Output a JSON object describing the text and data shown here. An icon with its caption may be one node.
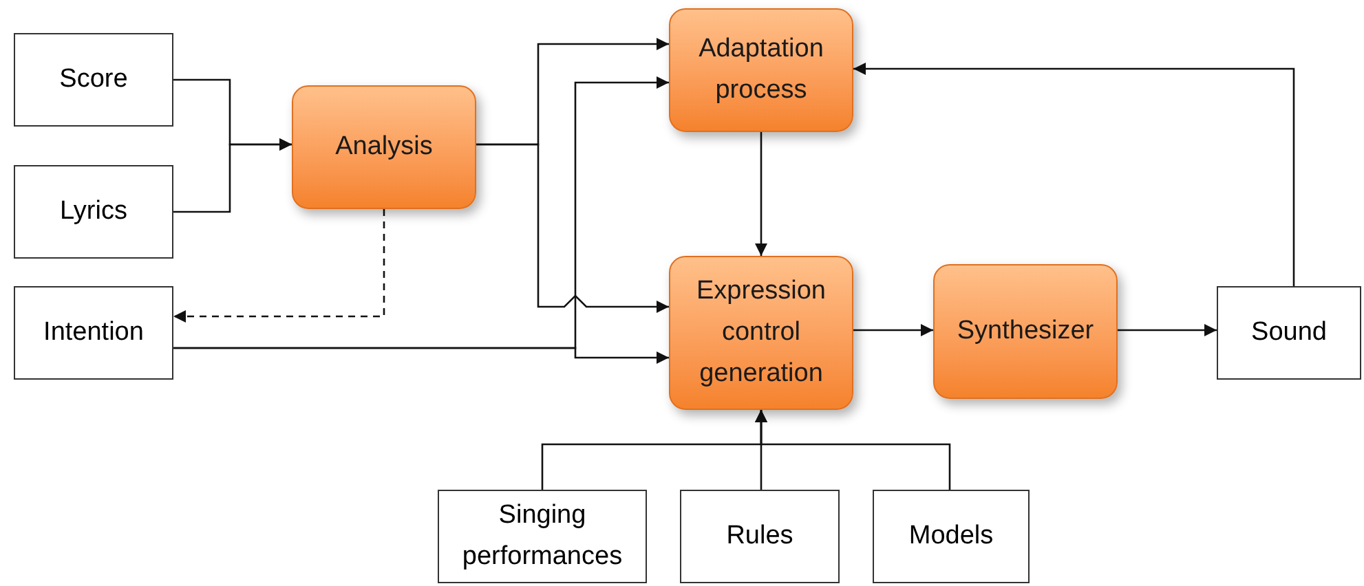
{
  "diagram": {
    "nodes": [
      {
        "text": [
          "Score"
        ]
      },
      {
        "text": [
          "Lyrics"
        ]
      },
      {
        "text": [
          "Intention"
        ]
      },
      {
        "text": [
          "Analysis"
        ]
      },
      {
        "text": [
          "Adaptation process"
        ]
      },
      {
        "text": [
          "Expression control generation"
        ]
      },
      {
        "text": [
          "Synthesizer"
        ]
      },
      {
        "text": [
          "Sound"
        ]
      },
      {
        "text": [
          "Singing performances"
        ]
      },
      {
        "text": [
          "Rules"
        ]
      },
      {
        "text": [
          "Models"
        ]
      }
    ],
    "edges": [
      {
        "from": 0,
        "to": 3,
        "arrow": "to"
      },
      {
        "from": 1,
        "to": 3,
        "arrow": "to"
      },
      {
        "from": 3,
        "to": 4,
        "arrow": "to"
      },
      {
        "from": 3,
        "to": 5,
        "arrow": "to"
      },
      {
        "from": 3,
        "to": 2,
        "arrow": "to",
        "style": "dashed"
      },
      {
        "from": 2,
        "to": 4,
        "arrow": "to"
      },
      {
        "from": 2,
        "to": 5,
        "arrow": "to"
      },
      {
        "from": 4,
        "to": 5,
        "arrow": "to"
      },
      {
        "from": 5,
        "to": 6,
        "arrow": "to"
      },
      {
        "from": 6,
        "to": 7,
        "arrow": "to"
      },
      {
        "from": 7,
        "to": 4,
        "arrow": "to"
      },
      {
        "from": 8,
        "to": 5,
        "arrow": "to"
      },
      {
        "from": 9,
        "to": 5,
        "arrow": "to"
      },
      {
        "from": 10,
        "to": 5,
        "arrow": "to"
      }
    ]
  }
}
